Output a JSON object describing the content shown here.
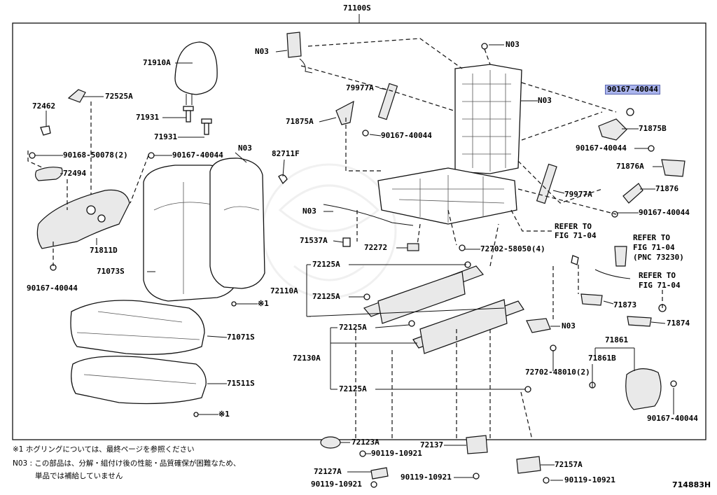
{
  "figure_id": "714883H",
  "labels": {
    "l71100S": "71100S",
    "l71910A": "71910A",
    "l72525A": "72525A",
    "l72462": "72462",
    "l71931a": "71931",
    "l71931b": "71931",
    "l90168": "90168-50078(2)",
    "l90167a": "90167-40044",
    "lN03a": "N03",
    "l72494": "72494",
    "l71811D": "71811D",
    "l90167b": "90167-40044",
    "l71073S": "71073S",
    "lref1": "※1",
    "l71071S": "71071S",
    "l71511S": "71511S",
    "lref2": "※1",
    "lN03b": "N03",
    "l79977Aa": "79977A",
    "l71875A": "71875A",
    "l90167c": "90167-40044",
    "l82711F": "82711F",
    "lN03c": "N03",
    "l71537A": "71537A",
    "l72272": "72272",
    "l72702a": "72702-58050(4)",
    "lN03d": "N03",
    "lN03e": "N03",
    "l90167hl": "90167-40044",
    "l71875B": "71875B",
    "l90167d": "90167-40044",
    "l71876A": "71876A",
    "l79977Ab": "79977A",
    "l71876": "71876",
    "l90167e": "90167-40044",
    "lref3a": "REFER TO",
    "lref3b": "FIG 71-04",
    "lref4a": "REFER TO",
    "lref4b": "FIG 71-04",
    "lref4c": "(PNC 73230)",
    "lref5a": "REFER TO",
    "lref5b": "FIG 71-04",
    "l72125Aa": "72125A",
    "l72110A": "72110A",
    "l72125Ab": "72125A",
    "l72125Ac": "72125A",
    "l72130A": "72130A",
    "l72125Ad": "72125A",
    "l71873": "71873",
    "l71874": "71874",
    "lN03f": "N03",
    "l71861": "71861",
    "l71861B": "71861B",
    "l72702b": "72702-48010(2)",
    "l90167f": "90167-40044",
    "l72123A": "72123A",
    "l90119a": "90119-10921",
    "l72127A": "72127A",
    "l90119b": "90119-10921",
    "l72137": "72137",
    "l90119c": "90119-10921",
    "l72157A": "72157A",
    "l90119d": "90119-10921"
  },
  "notes": {
    "note1": "※1 ホグリングについては、最終ページを参照ください",
    "note2": "N03 : この部品は、分解・組付け後の性能・品質確保が困難なため、",
    "note3": "単品では補給していません"
  },
  "highlight_color": "#aab4ec"
}
